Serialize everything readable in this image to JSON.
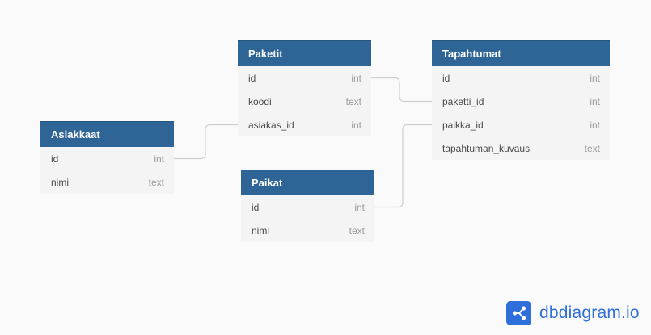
{
  "tables": {
    "paketit": {
      "name": "Paketit",
      "fields": [
        {
          "name": "id",
          "type": "int"
        },
        {
          "name": "koodi",
          "type": "text"
        },
        {
          "name": "asiakas_id",
          "type": "int"
        }
      ]
    },
    "tapahtumat": {
      "name": "Tapahtumat",
      "fields": [
        {
          "name": "id",
          "type": "int"
        },
        {
          "name": "paketti_id",
          "type": "int"
        },
        {
          "name": "paikka_id",
          "type": "int"
        },
        {
          "name": "tapahtuman_kuvaus",
          "type": "text"
        }
      ]
    },
    "asiakkaat": {
      "name": "Asiakkaat",
      "fields": [
        {
          "name": "id",
          "type": "int"
        },
        {
          "name": "nimi",
          "type": "text"
        }
      ]
    },
    "paikat": {
      "name": "Paikat",
      "fields": [
        {
          "name": "id",
          "type": "int"
        },
        {
          "name": "nimi",
          "type": "text"
        }
      ]
    }
  },
  "brand": {
    "text": "dbdiagram.io",
    "icon": "share-nodes-icon"
  },
  "colors": {
    "header": "#2e6496",
    "background": "#fafafa",
    "table_body": "#f4f4f4",
    "connector": "#cfcfcf",
    "brand": "#2f6fd9"
  }
}
